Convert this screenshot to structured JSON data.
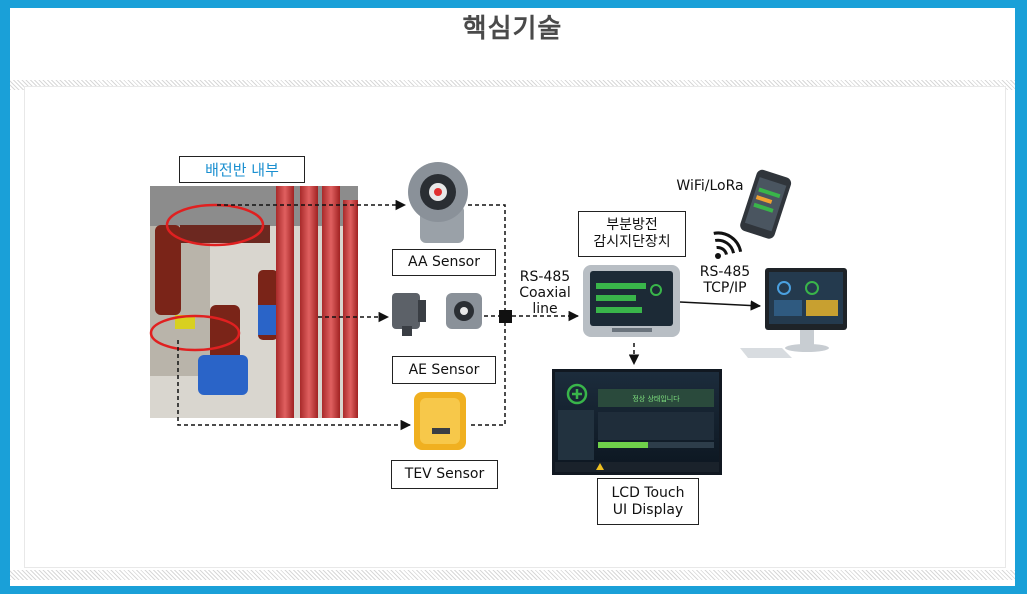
{
  "page": {
    "title": "핵심기술"
  },
  "diagram": {
    "switchgear_label": "배전반 내부",
    "sensors": {
      "aa": "AA Sensor",
      "ae": "AE Sensor",
      "tev": "TEV Sensor"
    },
    "links": {
      "rs485_left_1": "RS-485",
      "rs485_left_2": "Coaxial line",
      "rs485_right_1": "RS-485",
      "rs485_right_2": "TCP/IP",
      "wireless": "WiFi/LoRa"
    },
    "monitor_device": {
      "line1": "부분방전",
      "line2": "감시지단장치"
    },
    "lcd": {
      "line1": "LCD Touch",
      "line2": "UI Display"
    },
    "lcd_screen_status": "정상 상태입니다"
  },
  "colors": {
    "background": "#1aa0d8",
    "switchgear_label": "#1a8fd0",
    "highlight_ellipse": "#e02020",
    "tev_sensor": "#f0b020"
  }
}
